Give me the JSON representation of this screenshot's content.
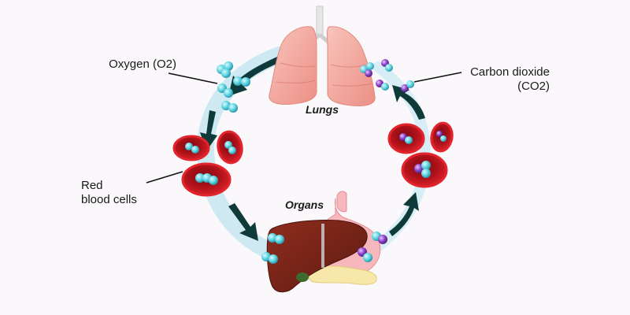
{
  "labels": {
    "oxygen": "Oxygen (O2)",
    "co2_line1": "Carbon dioxide",
    "co2_line2": "(CO2)",
    "rbc_line1": "Red",
    "rbc_line2": "blood cells",
    "lungs": "Lungs",
    "organs": "Organs"
  },
  "colors": {
    "background": "#fbf8fb",
    "circulation_band": "#cfe9f3",
    "arrow": "#0f3a3a",
    "red_blood_cell": "#c8141c",
    "oxygen_molecule": "#5fd3e0",
    "co2_carbon_atom": "#8a3fc6",
    "lung": "#f2a9a0",
    "liver": "#7a2418",
    "stomach": "#f6b8bd",
    "pancreas": "#f7e7a8"
  }
}
